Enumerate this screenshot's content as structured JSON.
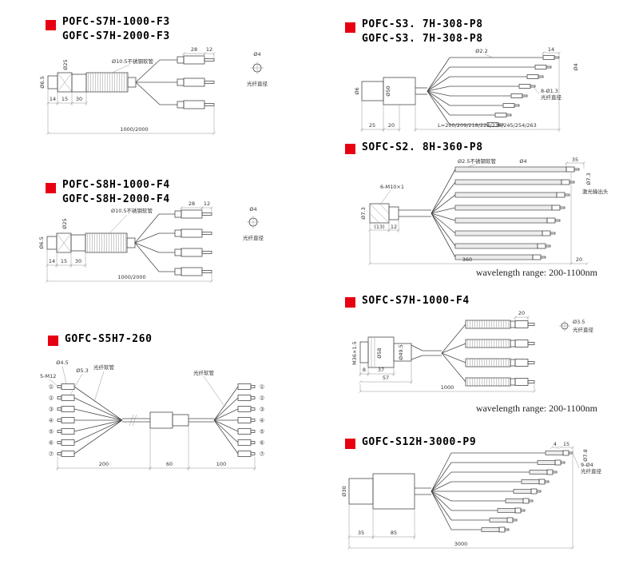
{
  "colors": {
    "accent": "#e60012",
    "line": "#4a4a4a"
  },
  "captions": {
    "wavelength": "wavelength range:  200-1100nm"
  },
  "p1": {
    "title1": "POFC-S7H-1000-F3",
    "title2": "GOFC-S7H-2000-F3",
    "hose": "Ø10.5不锈钢软管",
    "d28": "28",
    "d12": "12",
    "fiber_d": "Ø4",
    "fiber_label": "光纤直径",
    "d65": "Ø6.5",
    "d25": "Ø25",
    "d14": "14",
    "d15": "15",
    "d30": "30",
    "len": "1000/2000"
  },
  "p2": {
    "title1": "POFC-S8H-1000-F4",
    "title2": "GOFC-S8H-2000-F4",
    "hose": "Ø10.5不锈钢软管",
    "d28": "28",
    "d12": "12",
    "fiber_d": "Ø4",
    "fiber_label": "光纤直径",
    "d65": "Ø6.5",
    "d25": "Ø25",
    "d14": "14",
    "d15": "15",
    "d30": "30",
    "len": "1000/2000"
  },
  "p3": {
    "title": "GOFC-S5H7-260",
    "hose1": "光纤软管",
    "hose2": "光纤软管",
    "d45": "Ø4.5",
    "d53": "Ø5.3",
    "thread": "5-M12",
    "d200": "200",
    "d60": "60",
    "d100": "100",
    "nums": [
      "①",
      "②",
      "③",
      "④",
      "⑤",
      "⑥",
      "⑦"
    ]
  },
  "p4": {
    "title1": "POFC-S3. 7H-308-P8",
    "title2": "GOFC-S3. 7H-308-P8",
    "d22": "Ø2.2",
    "d14": "14",
    "d4": "Ø4",
    "fibers": "8-Ø1.3",
    "fiber_label": "光纤直径",
    "d6": "Ø6",
    "d50": "Ø50",
    "d25": "25",
    "d20": "20",
    "lens": "L=200/209/218/224/236/245/254/263"
  },
  "p5": {
    "title": "SOFC-S2. 8H-360-P8",
    "thread": "6-M10×1",
    "d73l": "Ø7.3",
    "hose": "Ø2.5不锈钢软管",
    "d4": "Ø4",
    "d35": "35",
    "d73r": "Ø7.3",
    "tip": "激光输出头",
    "d13": "(13)",
    "d12": "12",
    "d360": "360",
    "d20": "20"
  },
  "p6": {
    "title": "SOFC-S7H-1000-F4",
    "m36": "M36×1.5",
    "d58": "Ø58",
    "d495": "Ø49.5",
    "d20": "20",
    "d35": "Ø3.5",
    "fiber_label": "光纤直径",
    "d8": "8",
    "d37": "37",
    "d57": "57",
    "len": "1000"
  },
  "p7": {
    "title": "GOFC-S12H-3000-P9",
    "d30": "Ø30",
    "d4": "4",
    "d15": "15",
    "d78": "Ø7.8",
    "fibers": "9-Ø4",
    "fiber_label": "光纤直径",
    "d35": "35",
    "d85": "85",
    "len": "3000"
  }
}
